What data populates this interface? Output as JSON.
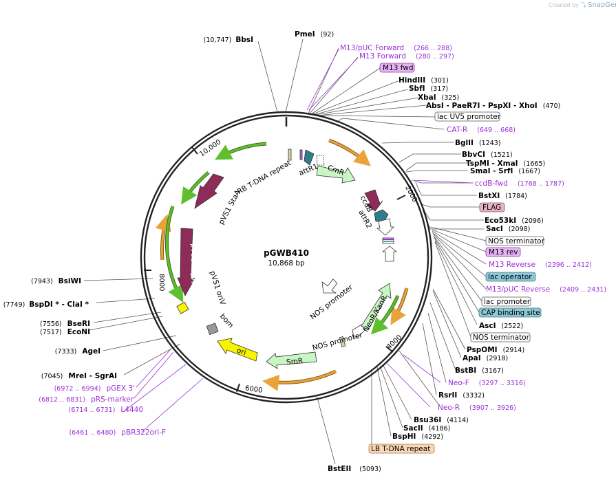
{
  "app": {
    "credit_prefix": "Created by",
    "credit_brand": "SnapGene"
  },
  "plasmid": {
    "name": "pGWB410",
    "size_label": "10,868 bp",
    "length_bp": 10868
  },
  "ticks": [
    "2000",
    "4000",
    "6000",
    "8000",
    "10,000"
  ],
  "enzymes": [
    {
      "name": "BbsI",
      "pos": "(10,747)"
    },
    {
      "name": "PmeI",
      "pos": "(92)"
    },
    {
      "name": "HindIII",
      "pos": "(301)"
    },
    {
      "name": "SbfI",
      "pos": "(317)"
    },
    {
      "name": "XbaI",
      "pos": "(325)"
    },
    {
      "name": "AbsI - PaeR7I - PspXI - XhoI",
      "pos": "(470)"
    },
    {
      "name": "BglII",
      "pos": "(1243)"
    },
    {
      "name": "BbvCI",
      "pos": "(1521)"
    },
    {
      "name": "TspMI - XmaI",
      "pos": "(1665)"
    },
    {
      "name": "SmaI - SrfI",
      "pos": "(1667)"
    },
    {
      "name": "BstXI",
      "pos": "(1784)"
    },
    {
      "name": "Eco53kI",
      "pos": "(2096)"
    },
    {
      "name": "SacI",
      "pos": "(2098)"
    },
    {
      "name": "AscI",
      "pos": "(2522)"
    },
    {
      "name": "PspOMI",
      "pos": "(2914)"
    },
    {
      "name": "ApaI",
      "pos": "(2918)"
    },
    {
      "name": "BstBI",
      "pos": "(3167)"
    },
    {
      "name": "RsrII",
      "pos": "(3332)"
    },
    {
      "name": "Bsu36I",
      "pos": "(4114)"
    },
    {
      "name": "SacII",
      "pos": "(4186)"
    },
    {
      "name": "BspHI",
      "pos": "(4292)"
    },
    {
      "name": "BstEII",
      "pos": "(5093)"
    },
    {
      "name": "MreI - SgrAI",
      "pos": "(7045)"
    },
    {
      "name": "AgeI",
      "pos": "(7333)"
    },
    {
      "name": "EcoNI",
      "pos": "(7517)"
    },
    {
      "name": "BseRI",
      "pos": "(7556)"
    },
    {
      "name": "BspDI * - ClaI *",
      "pos": "(7749)"
    },
    {
      "name": "BsiWI",
      "pos": "(7943)"
    }
  ],
  "primers": [
    {
      "name": "M13/pUC Forward",
      "range": "(266 .. 288)"
    },
    {
      "name": "M13 Forward",
      "range": "(280 .. 297)"
    },
    {
      "name": "CAT-R",
      "range": "(649 .. 668)"
    },
    {
      "name": "ccdB-fwd",
      "range": "(1768 .. 1787)"
    },
    {
      "name": "M13 Reverse",
      "range": "(2396 .. 2412)"
    },
    {
      "name": "M13/pUC Reverse",
      "range": "(2409 .. 2431)"
    },
    {
      "name": "Neo-F",
      "range": "(3297 .. 3316)"
    },
    {
      "name": "Neo-R",
      "range": "(3907 .. 3926)"
    },
    {
      "name": "pGEX 3'",
      "range": "(6972 .. 6994)"
    },
    {
      "name": "pRS-marker",
      "range": "(6812 .. 6831)"
    },
    {
      "name": "L4440",
      "range": "(6714 .. 6731)"
    },
    {
      "name": "pBR322ori-F",
      "range": "(6461 .. 6480)"
    }
  ],
  "boxed_features": [
    {
      "label": "M13 fwd",
      "color": "#e6b3f3",
      "stroke": "#8a3aa8"
    },
    {
      "label": "lac UV5 promoter",
      "color": "#ffffff",
      "stroke": "#555555"
    },
    {
      "label": "FLAG",
      "color": "#e8b4c2",
      "stroke": "#8a5566"
    },
    {
      "label": "NOS terminator",
      "color": "#ffffff",
      "stroke": "#555555"
    },
    {
      "label": "M13 rev",
      "color": "#e6b3f3",
      "stroke": "#8a3aa8"
    },
    {
      "label": "lac operator",
      "color": "#8ec8d6",
      "stroke": "#3b7d8d"
    },
    {
      "label": "lac promoter",
      "color": "#ffffff",
      "stroke": "#555555"
    },
    {
      "label": "CAP binding site",
      "color": "#8ec8d6",
      "stroke": "#3b7d8d"
    },
    {
      "label": "NOS terminator",
      "color": "#ffffff",
      "stroke": "#555555"
    },
    {
      "label": "LB T-DNA repeat",
      "color": "#fbd8b4",
      "stroke": "#9b7a55"
    }
  ],
  "inner_labels": {
    "attR1": "attR1",
    "CmR": "CmR",
    "ccdB": "ccdB",
    "attR2": "attR2",
    "RB": "RB T-DNA repeat",
    "StaA": "pVS1 StaA",
    "RepA": "pVS1 RepA",
    "oriV": "pVS1 oriV",
    "bom": "bom",
    "ori": "ori",
    "SmR": "SmR",
    "NOS1": "NOS promoter",
    "NeoR": "NeoR/KanR",
    "NOS2": "NOS promoter"
  },
  "colors": {
    "primer": "#9b2fd6",
    "backbone": "#222222",
    "yellow_feature": "#f8f400",
    "cds_dark": "#8e2b59",
    "cds_light": "#c9f6c5",
    "orange_arc": "#e9a33a",
    "green_arc": "#5fbf2f",
    "teal": "#2f7c8c"
  }
}
